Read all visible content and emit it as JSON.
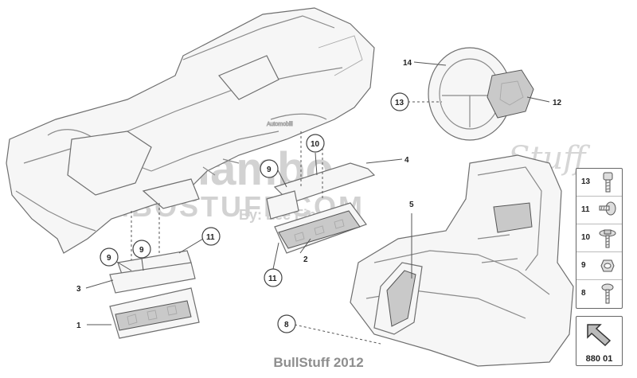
{
  "watermark": {
    "logo": "lambo",
    "script": "Stuff",
    "site": "LAMBOSTUFF.COM",
    "byline": "By: Lee Fincents"
  },
  "callouts": {
    "c1": "1",
    "c2": "2",
    "c3": "3",
    "c4": "4",
    "c5": "5",
    "c8": "8",
    "c9a": "9",
    "c9b": "9",
    "c9c": "9",
    "c10": "10",
    "c11a": "11",
    "c11b": "11",
    "c12": "12",
    "c13": "13",
    "c14": "14"
  },
  "hardware": [
    {
      "num": "13",
      "icon": "allen-bolt-icon"
    },
    {
      "num": "11",
      "icon": "flange-screw-icon"
    },
    {
      "num": "10",
      "icon": "washer-bolt-icon"
    },
    {
      "num": "9",
      "icon": "nut-icon"
    },
    {
      "num": "8",
      "icon": "screw-icon"
    }
  ],
  "reference": {
    "code": "880 01",
    "icon": "direction-arrow-icon"
  },
  "footer": "BullStuff 2012"
}
